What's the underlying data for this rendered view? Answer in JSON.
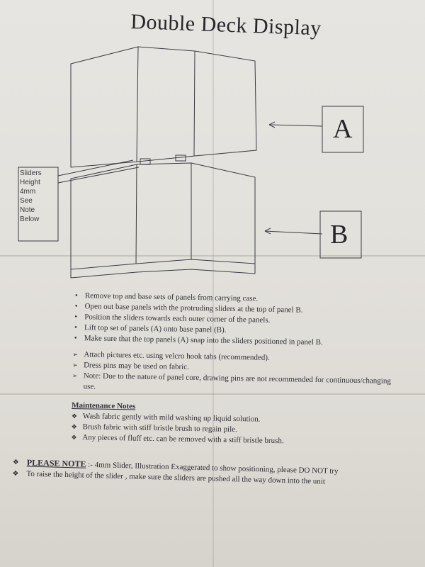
{
  "title": "Double Deck Display",
  "sliders_label": [
    "Sliders",
    "Height",
    "4mm",
    "See",
    "Note",
    "Below"
  ],
  "panel_labels": {
    "a": "A",
    "b": "B"
  },
  "assembly_steps": [
    "Remove top and base sets of panels from carrying case.",
    "Open out base panels with the protruding sliders at the top of panel B.",
    "Position the sliders towards each outer corner of the panels.",
    "Lift top set of panels (A) onto base panel (B).",
    "Make sure that the top panels (A) snap into the sliders positioned in panel B."
  ],
  "tips": [
    "Attach pictures etc. using velcro hook tabs (recommended).",
    "Dress pins may be used on fabric.",
    "Note: Due to the nature of panel core, drawing pins are not recommended for continuous/changing use."
  ],
  "maintenance": {
    "heading": "Maintenance Notes",
    "items": [
      "Wash fabric gently with mild washing up liquid solution.",
      "Brush fabric with stiff bristle brush to regain pile.",
      "Any pieces of fluff etc. can be removed with a stiff bristle brush."
    ]
  },
  "please_note": {
    "lead": "PLEASE NOTE",
    "line1": ":- 4mm Slider, Illustration Exaggerated to show positioning, please DO NOT try",
    "line2": "To raise the height of the slider , make sure the sliders are pushed all the way down into the unit"
  }
}
